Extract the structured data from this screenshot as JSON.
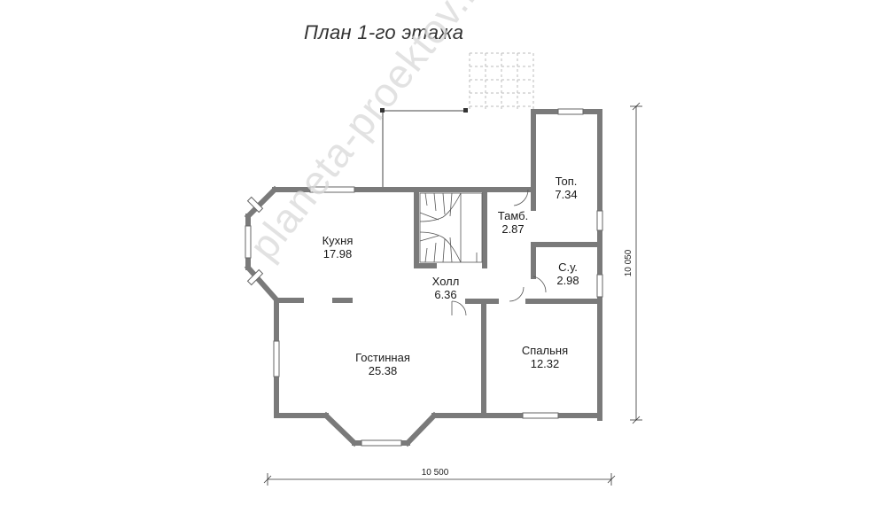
{
  "title": "План 1-го этажа",
  "rooms": [
    {
      "name": "Кухня",
      "area": "17.98"
    },
    {
      "name": "Гостинная",
      "area": "25.38"
    },
    {
      "name": "Холл",
      "area": "6.36"
    },
    {
      "name": "Тамб.",
      "area": "2.87"
    },
    {
      "name": "Топ.",
      "area": "7.34"
    },
    {
      "name": "С.у.",
      "area": "2.98"
    },
    {
      "name": "Спальня",
      "area": "12.32"
    }
  ],
  "dimensions": {
    "width": "10 500",
    "height": "10 050"
  },
  "watermark": "planeta-proektov.ru"
}
